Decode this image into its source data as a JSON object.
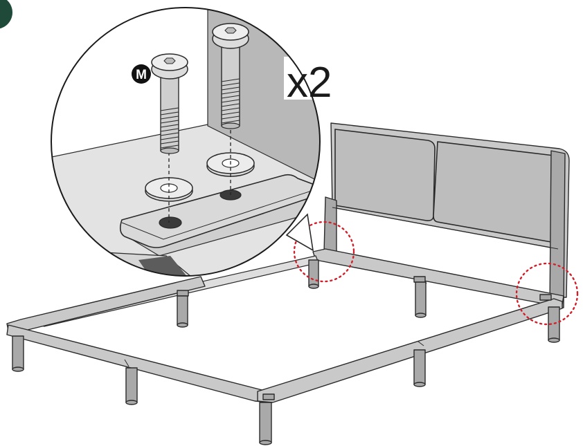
{
  "diagram": {
    "quantity_label": "x2",
    "part_badge": "M",
    "colors": {
      "highlight": "#d21f2a",
      "corner_tab": "#1f4a3a",
      "metal": "#c9c9c9",
      "outline": "#2a2a2a"
    },
    "icons": [
      "hex-bolt-icon",
      "washer-icon",
      "dotted-circle-callout"
    ]
  }
}
